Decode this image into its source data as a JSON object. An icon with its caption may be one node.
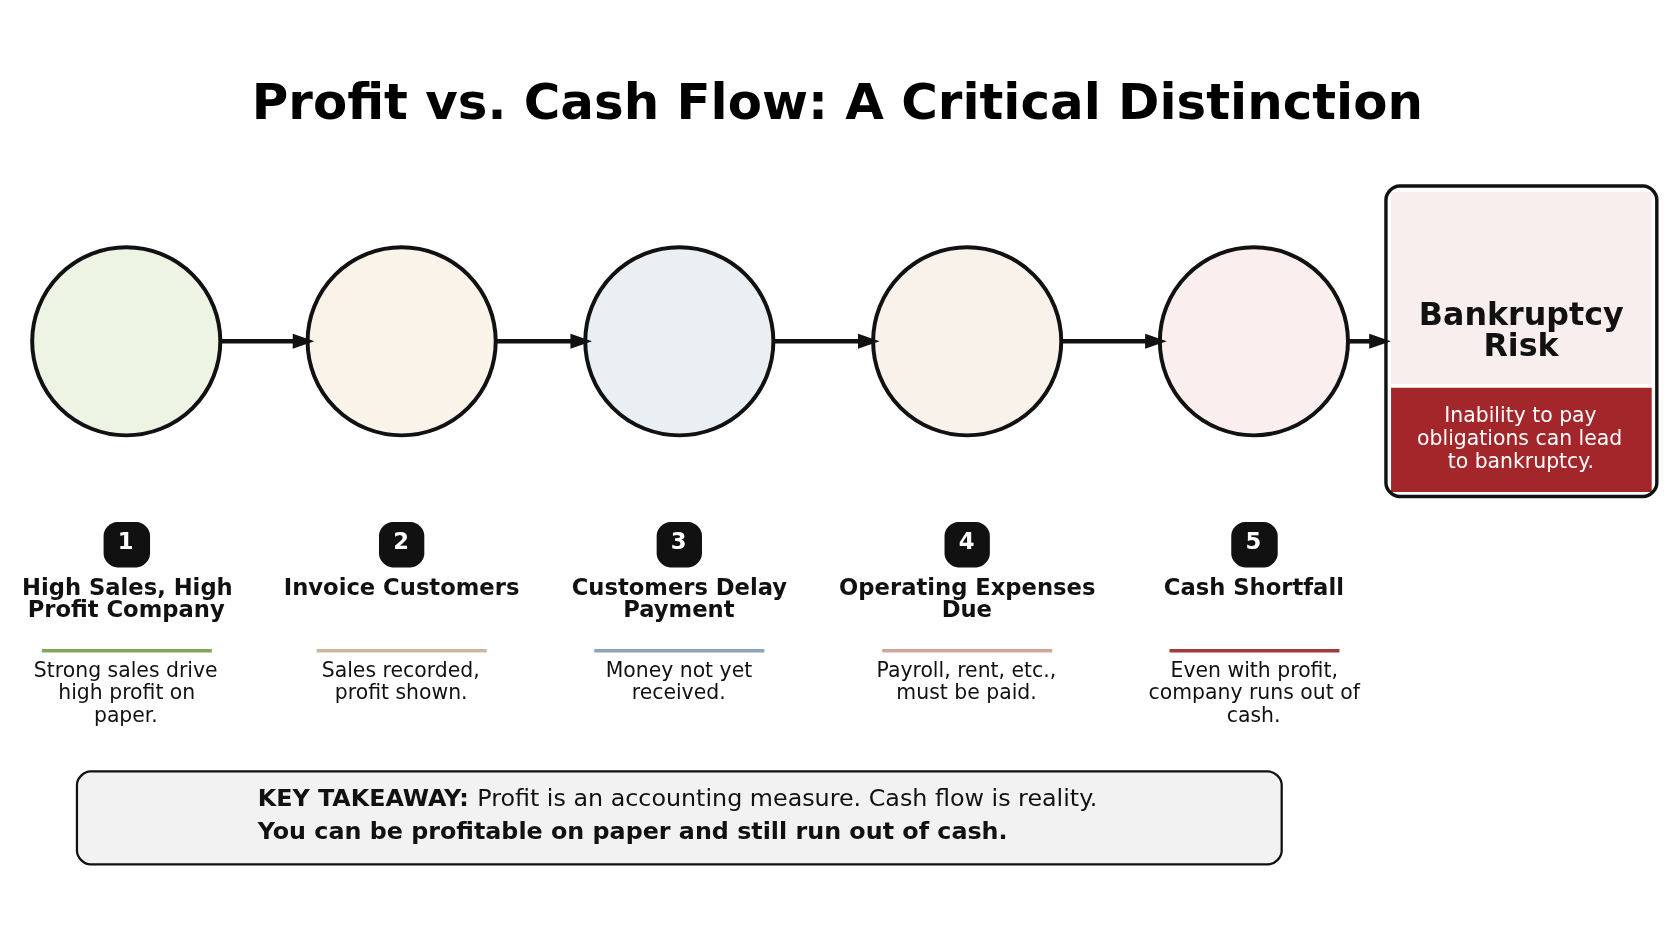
{
  "diagram": {
    "title": "Profit vs. Cash Flow: A Critical Distinction",
    "nodes": [
      {
        "text": [],
        "shape": "circle",
        "beside": [
          "1",
          "High Sales, High Profit Company",
          "Strong sales drive high profit on paper."
        ]
      },
      {
        "text": [],
        "shape": "circle",
        "beside": [
          "2",
          "Invoice Customers",
          "Sales recorded, profit shown."
        ]
      },
      {
        "text": [],
        "shape": "circle",
        "beside": [
          "3",
          "Customers Delay Payment",
          "Money not yet received."
        ]
      },
      {
        "text": [],
        "shape": "circle",
        "beside": [
          "4",
          "Operating Expenses Due",
          "Payroll, rent, etc., must be paid."
        ]
      },
      {
        "text": [],
        "shape": "circle",
        "beside": [
          "5",
          "Cash Shortfall",
          "Even with profit, company runs out of cash."
        ]
      },
      {
        "text": [
          "Bankruptcy Risk",
          "Inability to pay obligations can lead to bankruptcy."
        ]
      },
      {
        "text": [
          "**KEY TAKEAWAY:** Profit is an accounting measure. Cash flow is reality.",
          "You can be profitable on paper and still run out of cash."
        ]
      }
    ],
    "edges": [
      {
        "from": 0,
        "to": 1,
        "arrow": "to"
      },
      {
        "from": 1,
        "to": 2,
        "arrow": "to"
      },
      {
        "from": 2,
        "to": 3,
        "arrow": "to"
      },
      {
        "from": 3,
        "to": 4,
        "arrow": "to"
      },
      {
        "from": 4,
        "to": 5,
        "arrow": "to"
      }
    ]
  }
}
